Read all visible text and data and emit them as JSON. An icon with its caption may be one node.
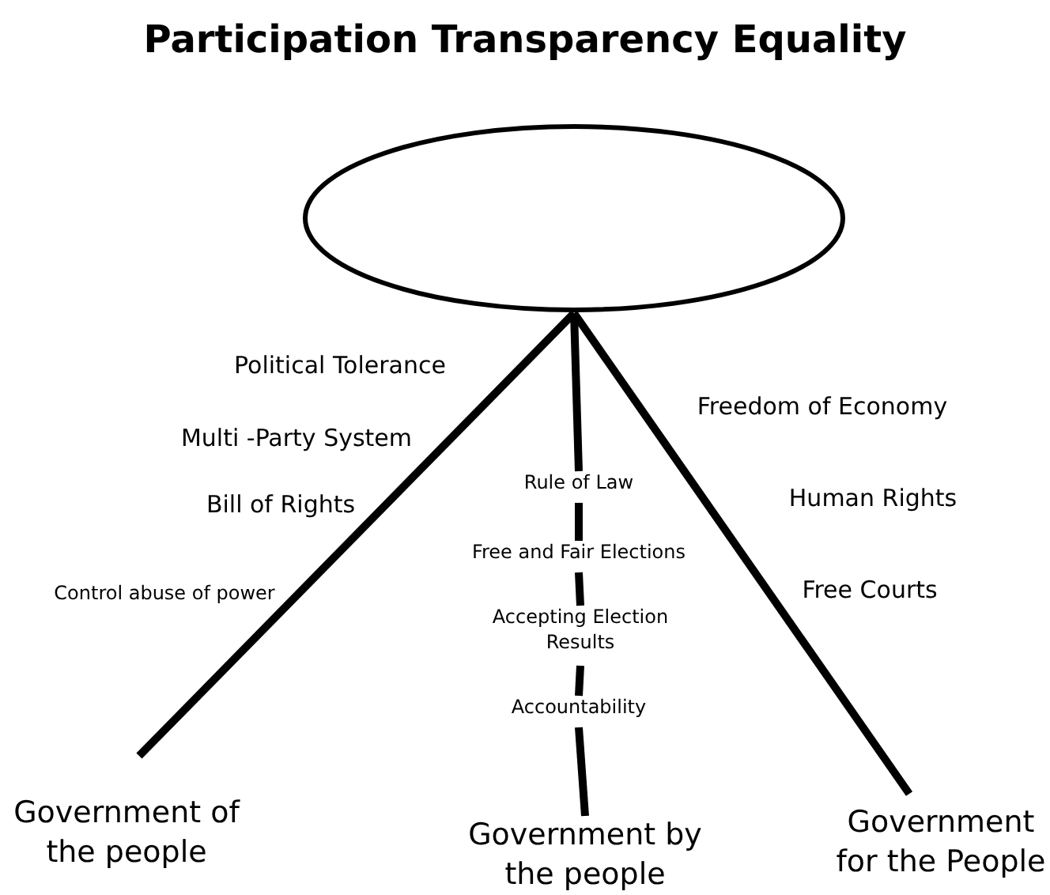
{
  "diagram": {
    "title": "Participation Transparency Equality",
    "nodes": [
      {
        "text": [],
        "shape": "ellipse"
      },
      {
        "text": [
          "Government of the people"
        ]
      },
      {
        "text": [
          "Government by the people"
        ]
      },
      {
        "text": [
          "Government for the People"
        ]
      },
      {
        "text": [
          "Rule of Law"
        ]
      },
      {
        "text": [
          "Free and Fair Elections"
        ]
      },
      {
        "text": [
          "Accepting Election Results"
        ]
      },
      {
        "text": [
          "Accountability"
        ]
      }
    ],
    "edges": [
      {
        "from": 0,
        "to": 1,
        "arrow": "none"
      },
      {
        "from": 0,
        "to": 3,
        "arrow": "none"
      },
      {
        "from": 0,
        "to": 4,
        "arrow": "none"
      },
      {
        "from": 4,
        "to": 5,
        "arrow": "none"
      },
      {
        "from": 5,
        "to": 6,
        "arrow": "none"
      },
      {
        "from": 6,
        "to": 7,
        "arrow": "none"
      },
      {
        "from": 7,
        "to": 2,
        "arrow": "none"
      }
    ],
    "labels": [
      "Political Tolerance",
      "Multi -Party System",
      "Bill of Rights",
      "Control abuse of power",
      "Freedom of Economy",
      "Human Rights",
      "Free Courts"
    ]
  }
}
